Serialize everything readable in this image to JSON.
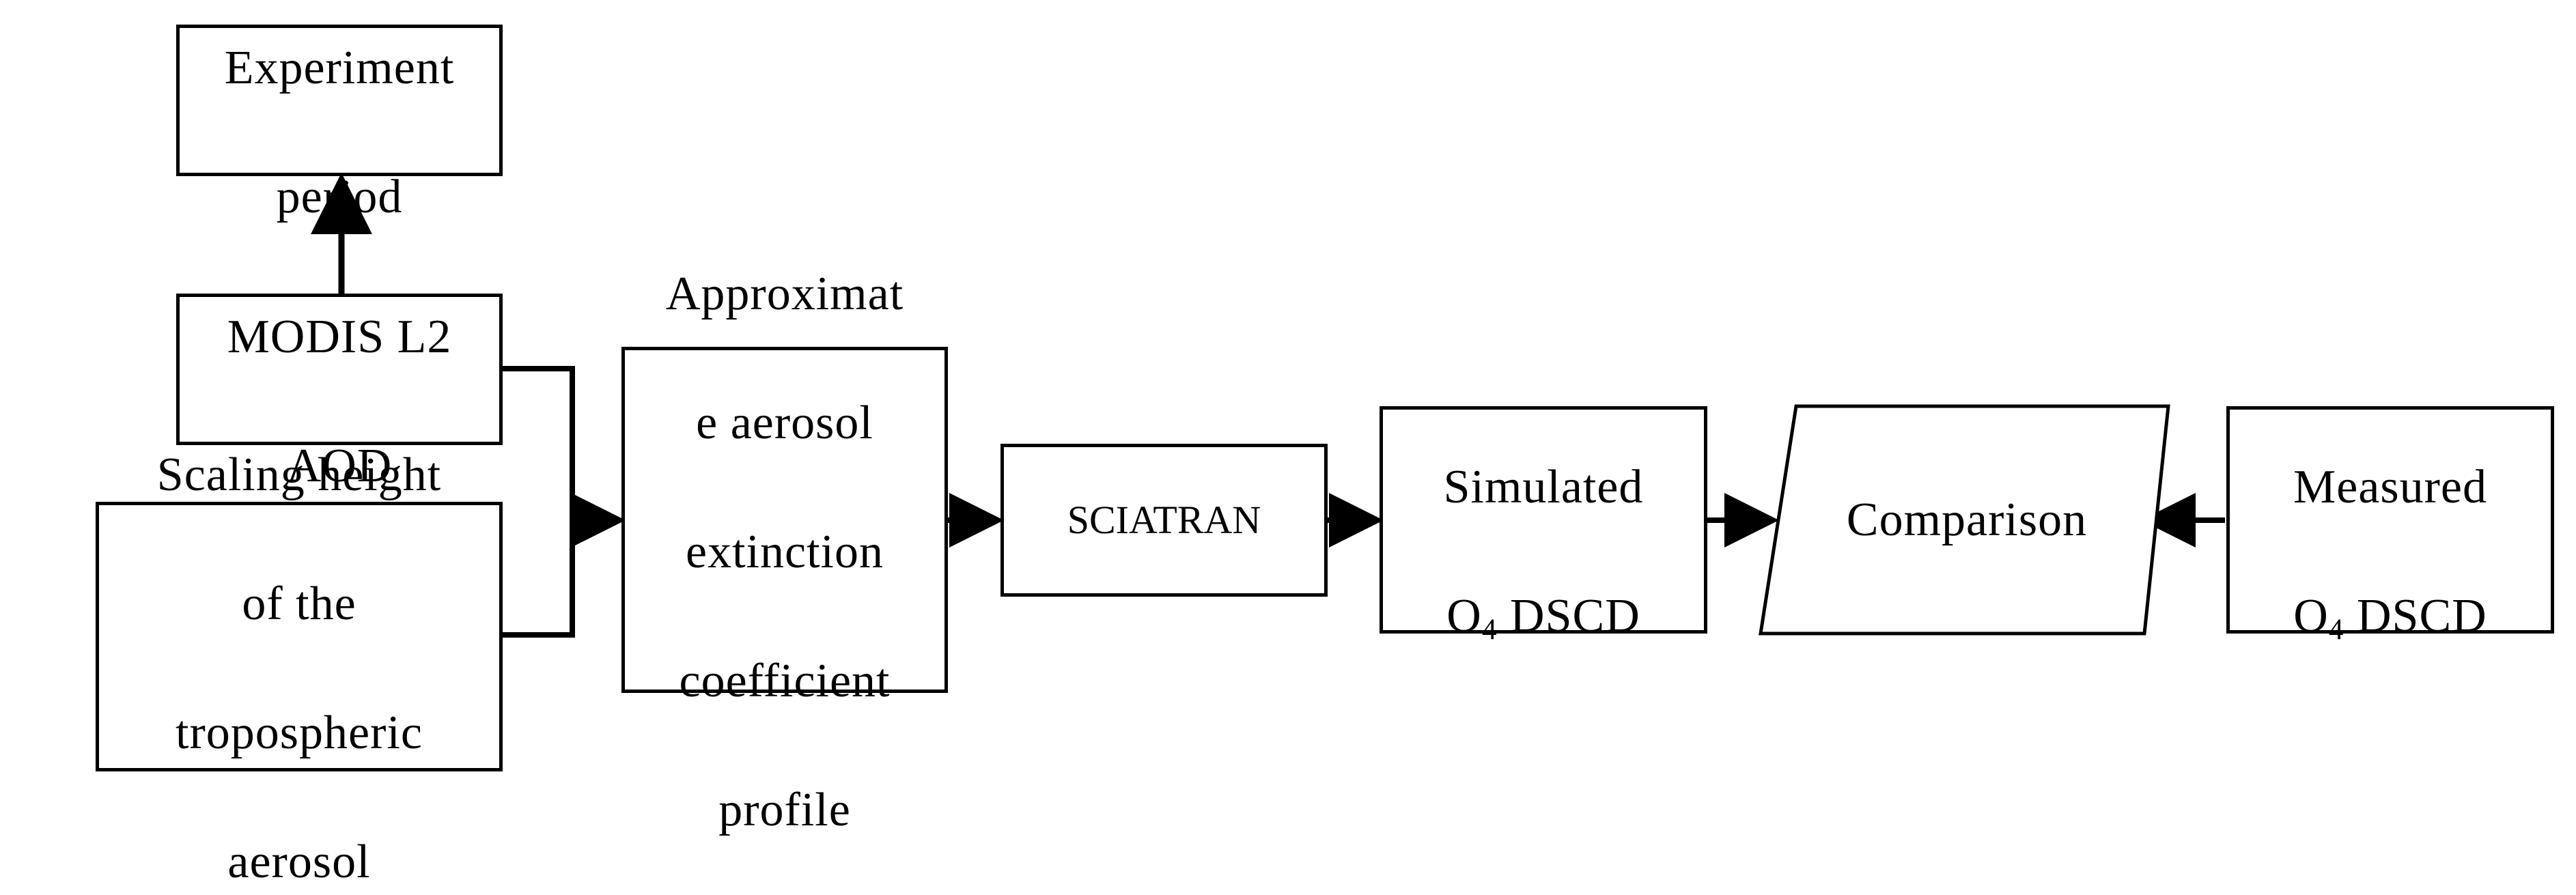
{
  "diagram": {
    "nodes": {
      "experiment_period": {
        "lines": [
          "Experiment",
          "period"
        ]
      },
      "modis_aod": {
        "lines": [
          "MODIS L2",
          "AOD"
        ]
      },
      "scaling_height": {
        "lines": [
          "Scaling height",
          "of the",
          "tropospheric",
          "aerosol"
        ]
      },
      "aerosol_profile": {
        "lines": [
          "Approximat",
          "e aerosol",
          "extinction",
          "coefficient",
          "profile"
        ]
      },
      "sciatran": {
        "text": "SCIATRAN"
      },
      "simulated": {
        "line1": "Simulated",
        "o_prefix": "O",
        "subscript": "4",
        "suffix": " DSCD"
      },
      "comparison": {
        "text": "Comparison"
      },
      "measured": {
        "line1": "Measured",
        "o_prefix": "O",
        "subscript": "4",
        "suffix": " DSCD"
      }
    },
    "style": {
      "stroke": "#000000",
      "fill": "#ffffff"
    }
  }
}
